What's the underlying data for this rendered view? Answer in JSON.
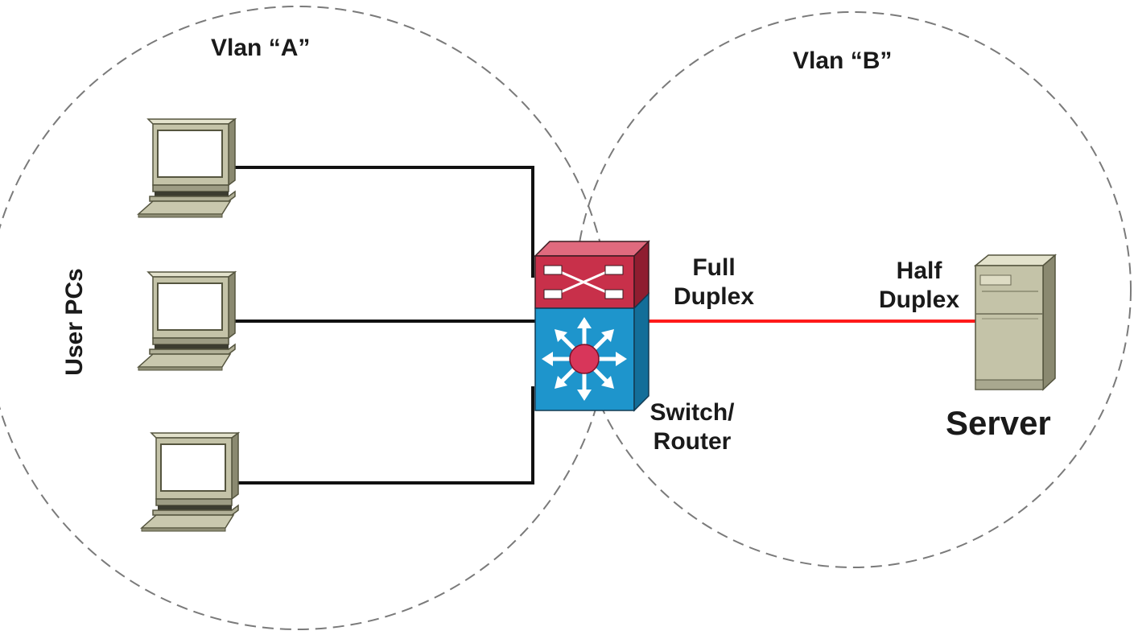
{
  "vlans": [
    {
      "label": "Vlan “A”"
    },
    {
      "label": "Vlan “B”"
    }
  ],
  "group_label": "User PCs",
  "links": {
    "switch_side": "Full Duplex",
    "server_side": "Half Duplex"
  },
  "device_labels": {
    "switch": "Switch/ Router",
    "server": "Server"
  },
  "colors": {
    "circle_outline": "#7a7a7a",
    "cable": "#111111",
    "server_link": "#ff1a1a",
    "switch_top": "#c8304a",
    "switch_front": "#1e95cc",
    "device_body": "#c4c3a8"
  }
}
